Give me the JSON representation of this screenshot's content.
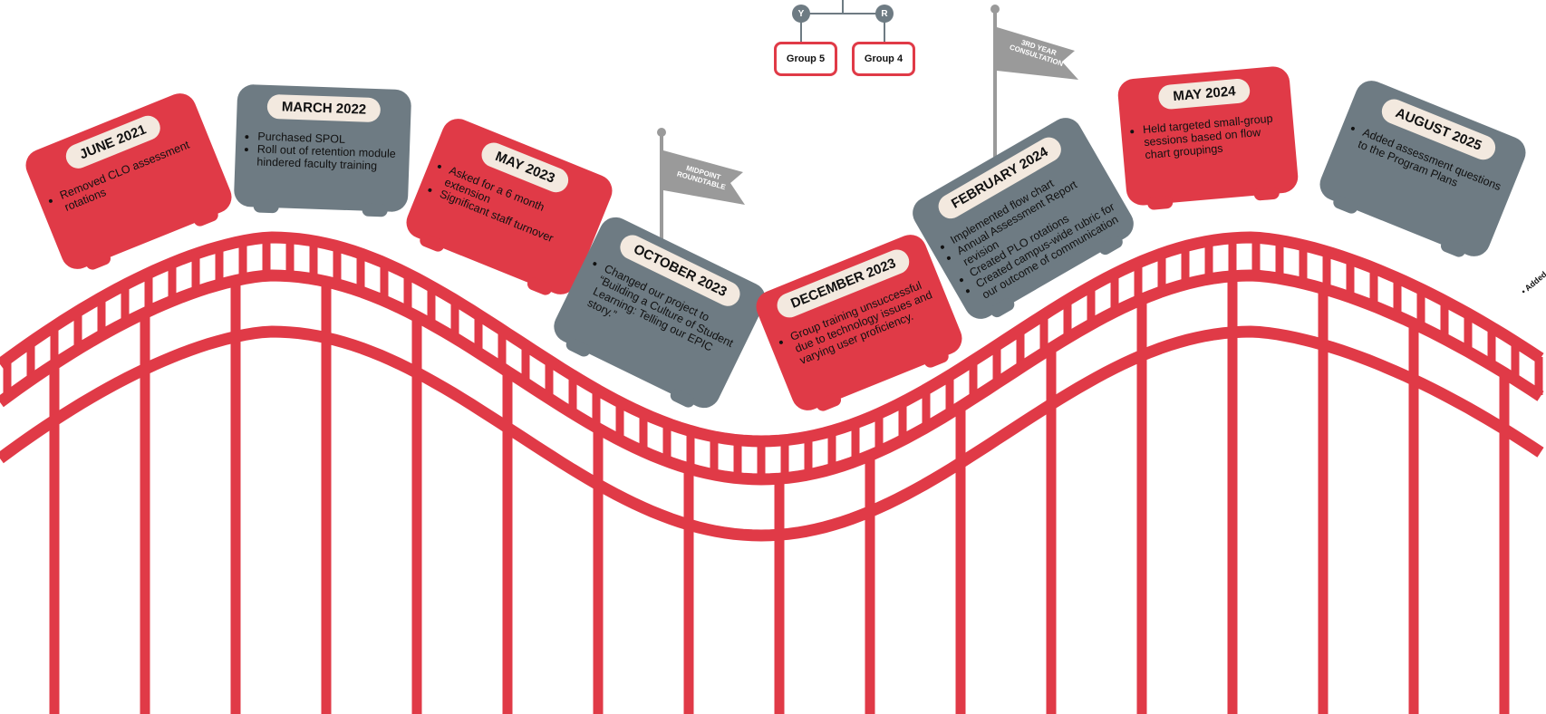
{
  "colors": {
    "red": "#e03a47",
    "gray": "#6e7b83",
    "pill": "#f3e9df",
    "flag": "#9a9a9a"
  },
  "tree": {
    "nodes": [
      "Y",
      "R"
    ],
    "groups": [
      "Group 5",
      "Group 4"
    ]
  },
  "flags": [
    {
      "label": "MIDPOINT ROUNDTABLE"
    },
    {
      "label": "3RD YEAR CONSULTATION"
    }
  ],
  "cars": [
    {
      "title": "JUNE 2021",
      "color": "red",
      "bullets": [
        "Removed CLO assessment rotations"
      ]
    },
    {
      "title": "MARCH 2022",
      "color": "gray",
      "bullets": [
        "Purchased SPOL",
        "Roll out of retention module hindered faculty training"
      ]
    },
    {
      "title": "MAY 2023",
      "color": "red",
      "bullets": [
        "Asked for a 6 month extension",
        "Significant staff turnover"
      ]
    },
    {
      "title": "OCTOBER 2023",
      "color": "gray",
      "bullets": [
        "Changed our project to “Building a Culture of Student Learning: Telling our EPIC story.”"
      ]
    },
    {
      "title": "DECEMBER 2023",
      "color": "red",
      "bullets": [
        "Group training unsuccessful due to technology issues and varying user proficiency."
      ]
    },
    {
      "title": "FEBRUARY 2024",
      "color": "gray",
      "bullets": [
        "Implemented flow chart",
        "Annual Assessment Report revision",
        "Created PLO rotations",
        "Created campus-wide rubric for our outcome of communication"
      ]
    },
    {
      "title": "MAY 2024",
      "color": "red",
      "bullets": [
        "Held targeted small-group sessions based on flow chart groupings"
      ]
    },
    {
      "title": "AUGUST 2025",
      "color": "gray",
      "bullets": [
        "Added assessment questions to the Program Plans"
      ]
    }
  ],
  "offscreen_text": "• Added ... pro..."
}
